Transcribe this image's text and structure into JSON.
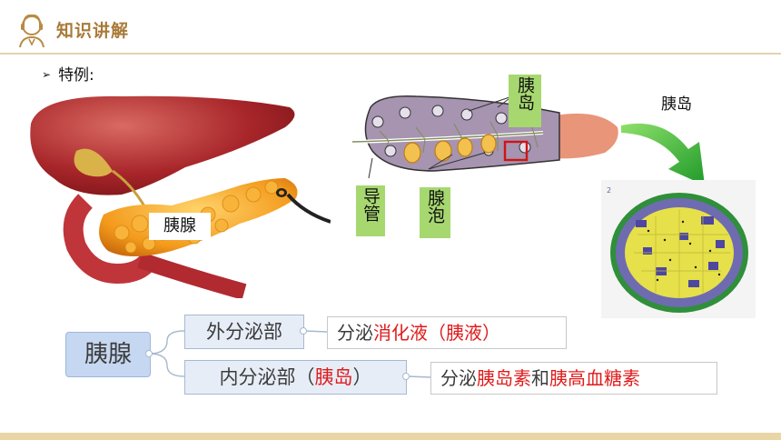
{
  "header": {
    "title": "知识讲解",
    "icon": "teacher-icon"
  },
  "bullet": {
    "marker": "➢",
    "text": "特例:"
  },
  "figure": {
    "pancreas_label": "胰腺",
    "diagram_labels": {
      "islet": "胰岛",
      "duct": "导管",
      "acinus": "腺泡"
    },
    "islet_micrograph_label": "胰岛"
  },
  "mindmap": {
    "root": "胰腺",
    "branch_exocrine": "外分泌部",
    "branch_endocrine_prefix": "内分泌部（",
    "branch_endocrine_red": "胰岛",
    "branch_endocrine_suffix": "）",
    "leaf_exocrine_prefix": "分泌",
    "leaf_exocrine_red": "消化液（胰液）",
    "leaf_endocrine_prefix": "分泌",
    "leaf_endocrine_red1": "胰岛素",
    "leaf_endocrine_mid": "和",
    "leaf_endocrine_red2": "胰高血糖素"
  },
  "colors": {
    "title": "#a87a38",
    "emphasis": "#e01b1b",
    "label_bg": "#a7d870"
  }
}
